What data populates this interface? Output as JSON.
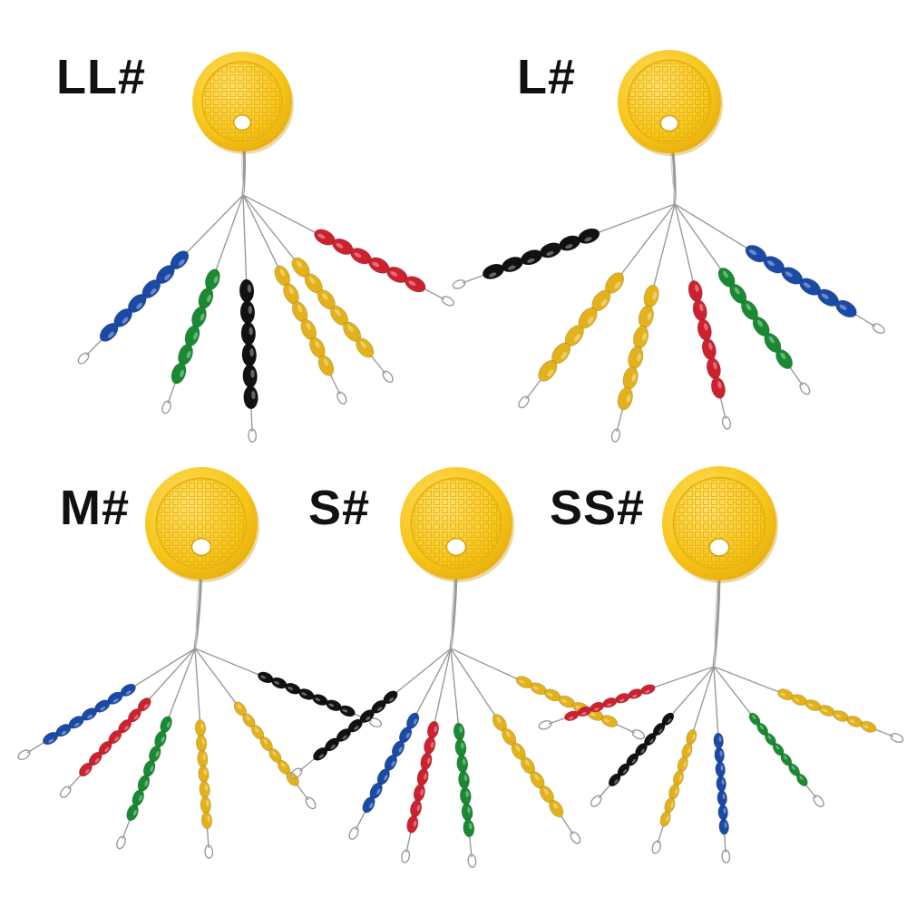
{
  "groups": [
    {
      "label": "LL#",
      "strands": [
        {
          "color": "#1b4aa6",
          "beads": 6
        },
        {
          "color": "#1a8a32",
          "beads": 6
        },
        {
          "color": "#111111",
          "beads": 6
        },
        {
          "color": "#e3b21a",
          "beads": 6
        },
        {
          "color": "#e3b21a",
          "beads": 6
        },
        {
          "color": "#cc2230",
          "beads": 6
        }
      ]
    },
    {
      "label": "L#",
      "strands": [
        {
          "color": "#111111",
          "beads": 6
        },
        {
          "color": "#e3b21a",
          "beads": 6
        },
        {
          "color": "#e3b21a",
          "beads": 6
        },
        {
          "color": "#cc2230",
          "beads": 6
        },
        {
          "color": "#1a8a32",
          "beads": 6
        },
        {
          "color": "#1b4aa6",
          "beads": 6
        }
      ]
    },
    {
      "label": "M#",
      "strands": [
        {
          "color": "#1b4aa6",
          "beads": 7
        },
        {
          "color": "#cc2230",
          "beads": 7
        },
        {
          "color": "#1a8a32",
          "beads": 7
        },
        {
          "color": "#e3b21a",
          "beads": 7
        },
        {
          "color": "#e3b21a",
          "beads": 7
        },
        {
          "color": "#111111",
          "beads": 7
        }
      ]
    },
    {
      "label": "S#",
      "strands": [
        {
          "color": "#111111",
          "beads": 7
        },
        {
          "color": "#1b4aa6",
          "beads": 7
        },
        {
          "color": "#cc2230",
          "beads": 7
        },
        {
          "color": "#1a8a32",
          "beads": 7
        },
        {
          "color": "#e3b21a",
          "beads": 7
        },
        {
          "color": "#e3b21a",
          "beads": 7
        }
      ]
    },
    {
      "label": "SS#",
      "strands": [
        {
          "color": "#cc2230",
          "beads": 7
        },
        {
          "color": "#111111",
          "beads": 7
        },
        {
          "color": "#e3b21a",
          "beads": 7
        },
        {
          "color": "#1b4aa6",
          "beads": 7
        },
        {
          "color": "#1a8a32",
          "beads": 7
        },
        {
          "color": "#e3b21a",
          "beads": 7
        }
      ]
    }
  ],
  "colors": {
    "disk": "#f7c51a",
    "disk_dark": "#e6ad0e",
    "wire": "#9a9a9a",
    "background": "#ffffff"
  }
}
